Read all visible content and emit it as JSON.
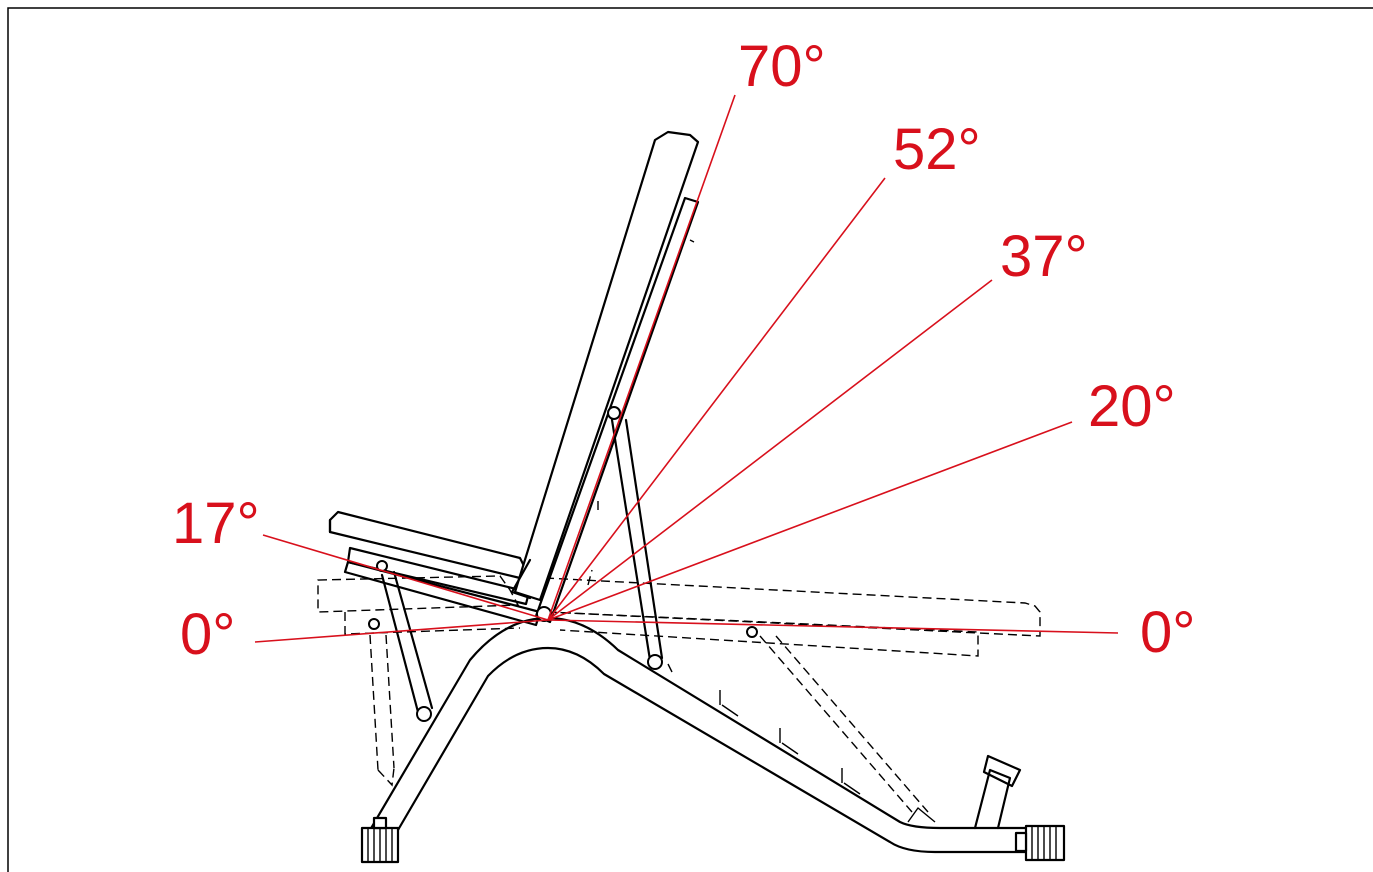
{
  "diagram": {
    "angle_color": "#d8101c",
    "line_color": "#000000",
    "labels": {
      "back_70": "70°",
      "back_52": "52°",
      "back_37": "37°",
      "back_20": "20°",
      "back_0": "0°",
      "seat_17": "17°",
      "seat_0": "0°"
    }
  }
}
